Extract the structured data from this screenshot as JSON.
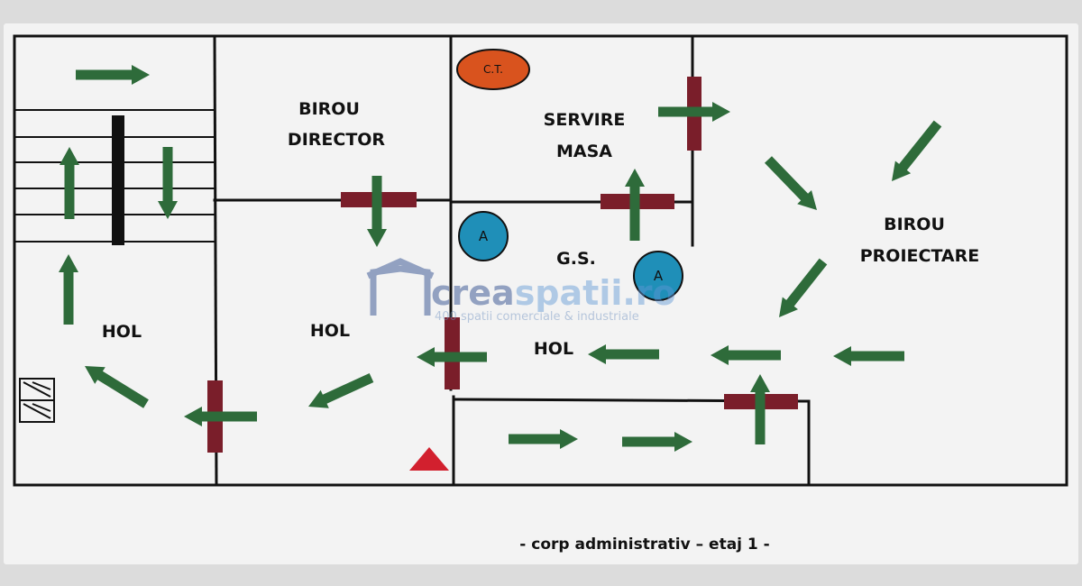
{
  "plan": {
    "rooms": {
      "birou_director": [
        "BIROU",
        "DIRECTOR"
      ],
      "servire_masa": [
        "SERVIRE",
        "MASA"
      ],
      "birou_proiectare": [
        "BIROU",
        "PROIECTARE"
      ],
      "gs": "G.S.",
      "hol_left": "HOL",
      "hol_middle": "HOL",
      "hol_right": "HOL"
    },
    "markers": {
      "ct": "C.T.",
      "a1": "A",
      "a2": "A"
    },
    "caption": "- corp administrativ – etaj 1 -"
  },
  "watermark": {
    "text_dark": "crea",
    "text_light": "spatii.ro",
    "subtitle": "400 spatii comerciale & industriale"
  },
  "colors": {
    "background": "#dcdcdc",
    "sheet": "#f3f3f3",
    "wall": "#111111",
    "arrow": "#2e6b3a",
    "door": "#7a1e2a",
    "ct_fill": "#d9531e",
    "a_fill": "#1f8fb8",
    "triangle": "#d2202e",
    "watermark_dark": "#1f3f86",
    "watermark_light": "#5f97d6"
  },
  "icons": {
    "arrow": "evacuation-arrow-icon",
    "door": "door-marker-icon",
    "ct": "boiler-room-icon",
    "a": "fire-extinguisher-icon",
    "triangle": "hazard-triangle-icon",
    "exit": "emergency-exit-icon"
  }
}
